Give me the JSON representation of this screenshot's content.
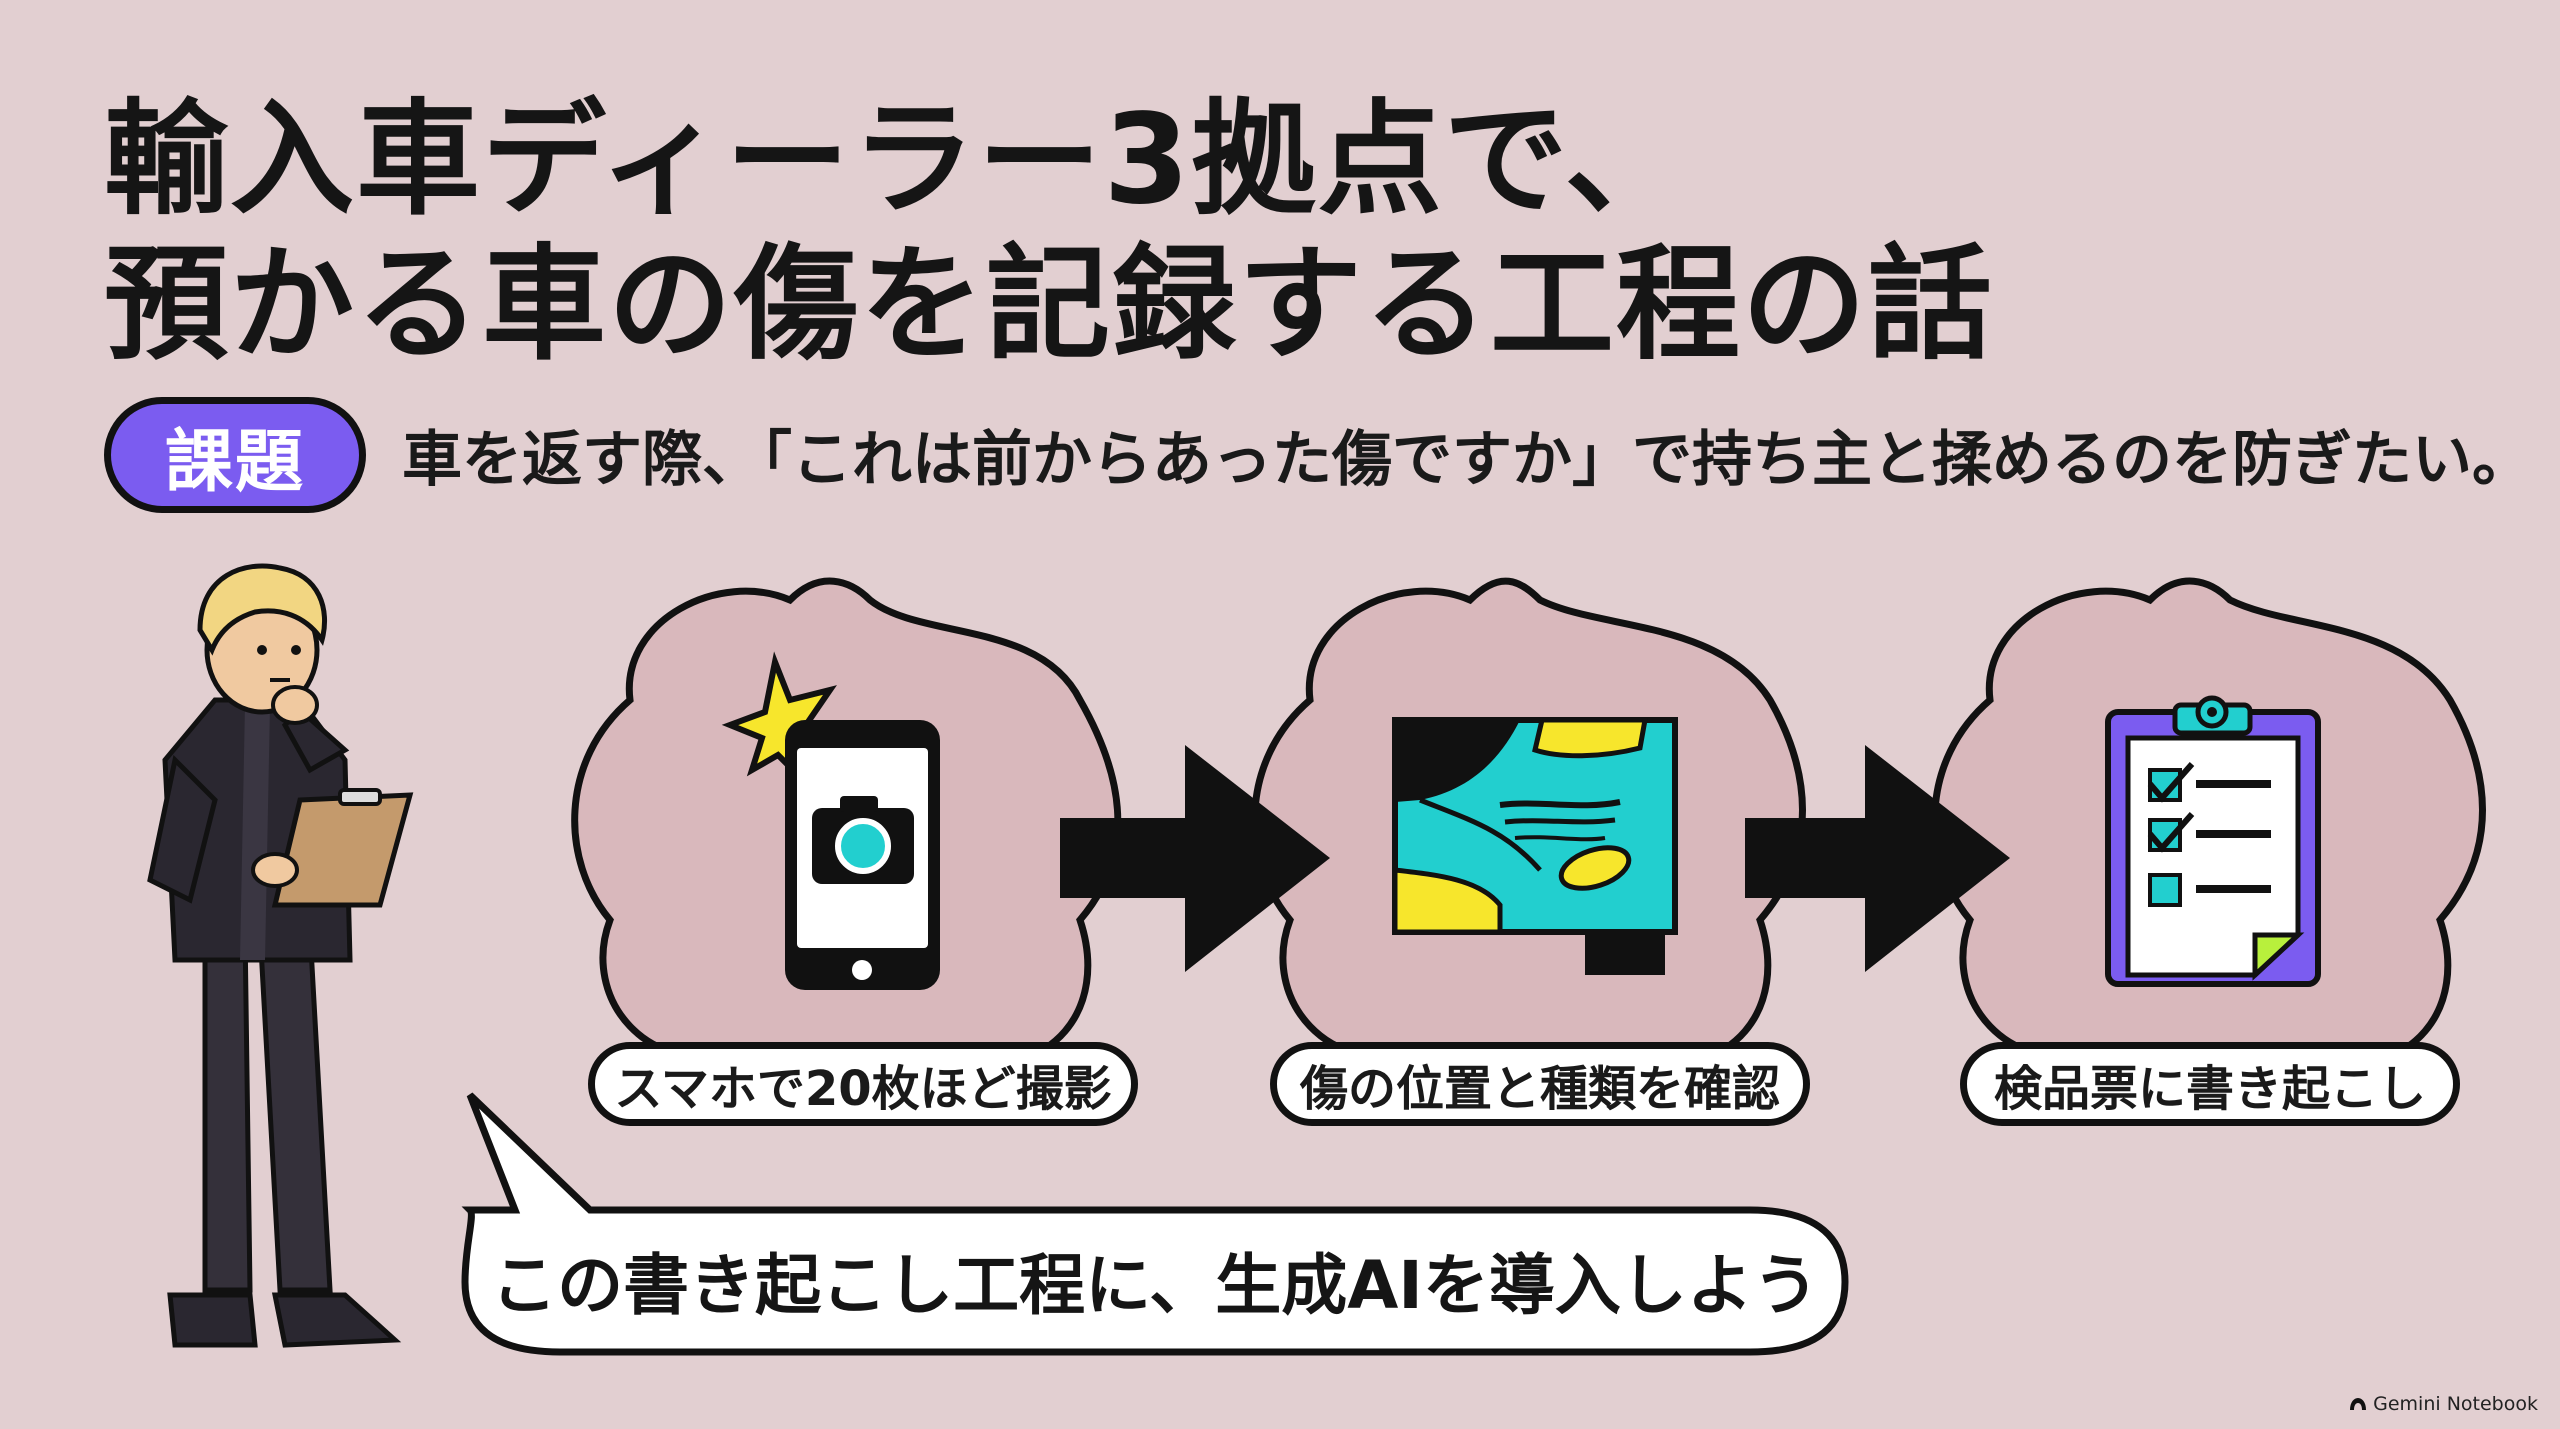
{
  "slide": {
    "title_lines": [
      "輸入車ディーラー3拠点で、",
      "預かる車の傷を記録する工程の話"
    ],
    "issue_badge": "課題",
    "issue_text": "車を返す際、「これは前からあった傷ですか」で持ち主と揉めるのを防ぎたい。",
    "steps": [
      {
        "label": "スマホで20枚ほど撮影",
        "icon": "smartphone-camera-icon"
      },
      {
        "label": "傷の位置と種類を確認",
        "icon": "scratched-car-icon"
      },
      {
        "label": "検品票に書き起こし",
        "icon": "clipboard-checklist-icon"
      }
    ],
    "speech": "この書き起こし工程に、生成AIを導入しよう",
    "watermark": "Gemini Notebook"
  },
  "colors": {
    "background": "#e2cfd1",
    "blob": "#d9b8bc",
    "badge": "#7b5cf0",
    "teal": "#22cfcf",
    "yellow": "#f7e62c",
    "purple": "#7b5cf0"
  }
}
